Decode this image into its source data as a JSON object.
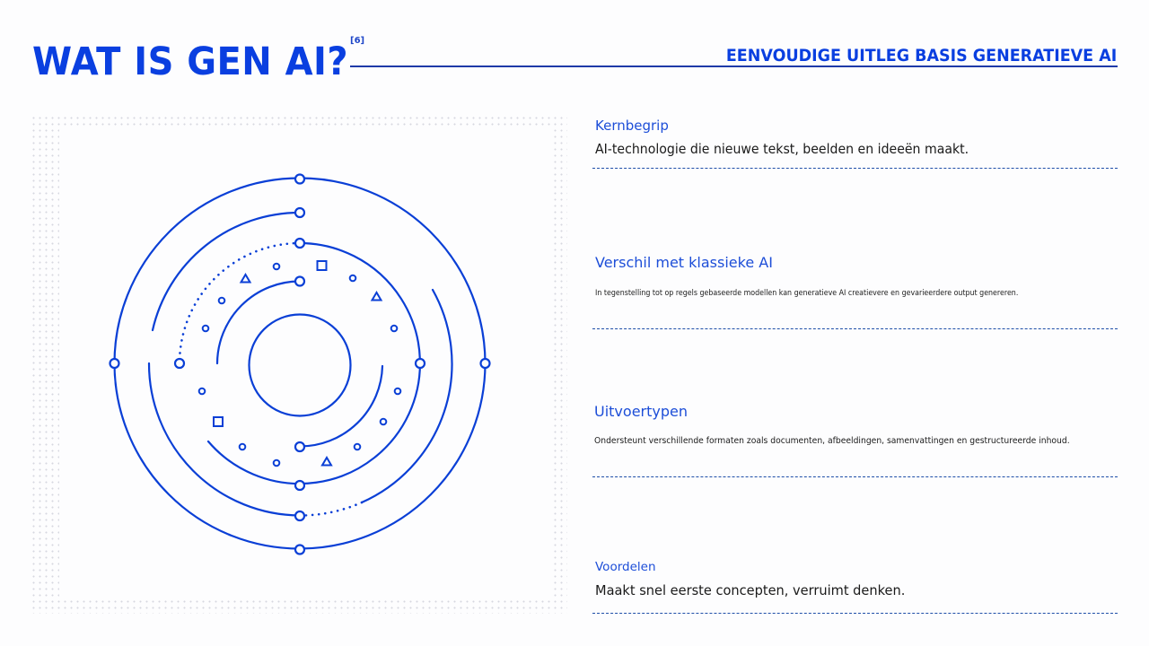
{
  "header": {
    "title": "WAT IS GEN AI?",
    "slide_number": "[6]",
    "subtitle": "EENVOUDIGE UITLEG BASIS GENERATIEVE AI"
  },
  "colors": {
    "accent": "#0a3fe0",
    "heading": "#1d4ed8",
    "rule": "#1e3aa8",
    "body_text": "#1a1a1a",
    "background": "#fdfdfe"
  },
  "graphic": {
    "description": "Concentric orbit rings with nodes and small shapes (circles, squares, triangles)",
    "icon": "orbit-rings-icon"
  },
  "sections": [
    {
      "heading": "Kernbegrip",
      "body": "AI-technologie die nieuwe tekst, beelden en ideeën maakt."
    },
    {
      "heading": "Verschil met klassieke AI",
      "body": "In tegenstelling tot op regels gebaseerde modellen kan generatieve AI creatievere en gevarieerdere output genereren."
    },
    {
      "heading": "Uitvoertypen",
      "body": "Ondersteunt verschillende formaten zoals documenten, afbeeldingen, samenvattingen en gestructureerde inhoud."
    },
    {
      "heading": "Voordelen",
      "body": "Maakt snel eerste concepten, verruimt denken."
    }
  ]
}
